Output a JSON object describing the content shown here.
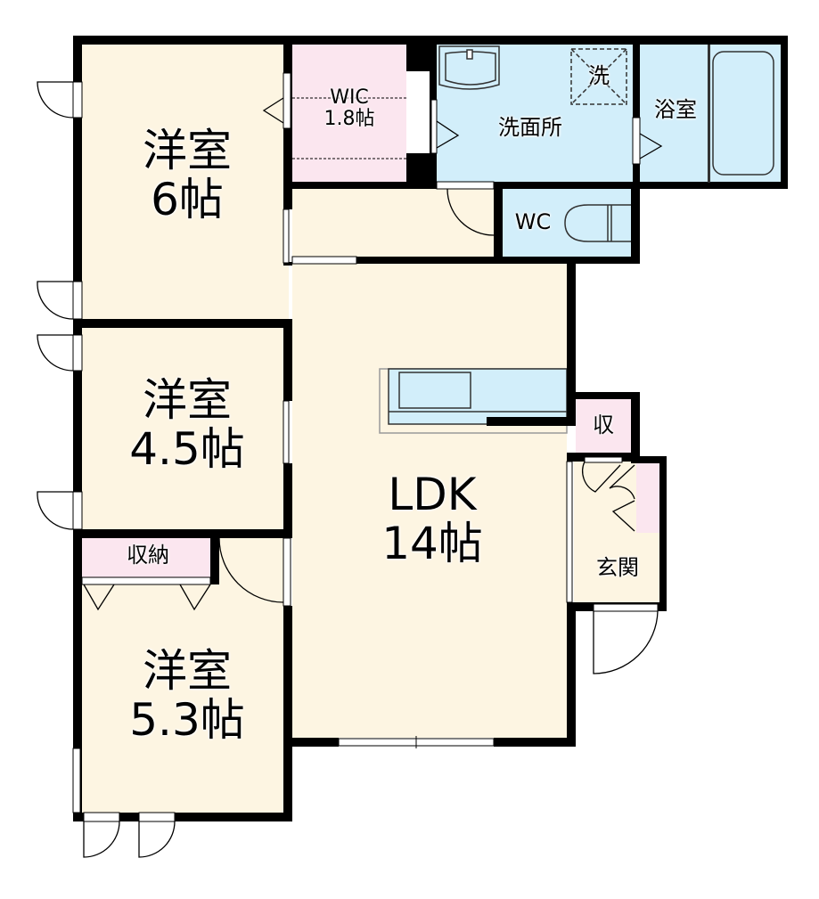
{
  "floorplan": {
    "colors": {
      "wall": "#000000",
      "room_floor": "#fdf5e2",
      "wet_area": "#d2eefa",
      "storage": "#fbe6ef",
      "background": "#ffffff"
    },
    "rooms": [
      {
        "id": "western-room-6",
        "name": "洋室",
        "size": "6帖"
      },
      {
        "id": "wic",
        "name": "WIC",
        "size": "1.8帖"
      },
      {
        "id": "washroom",
        "name": "洗面所"
      },
      {
        "id": "washer",
        "name": "洗"
      },
      {
        "id": "bathroom",
        "name": "浴室"
      },
      {
        "id": "wc",
        "name": "WC"
      },
      {
        "id": "western-room-4-5",
        "name": "洋室",
        "size": "4.5帖"
      },
      {
        "id": "storage-closet",
        "name": "収納"
      },
      {
        "id": "western-room-5-3",
        "name": "洋室",
        "size": "5.3帖"
      },
      {
        "id": "ldk",
        "name": "LDK",
        "size": "14帖"
      },
      {
        "id": "small-storage",
        "name": "収"
      },
      {
        "id": "entrance",
        "name": "玄関"
      }
    ]
  }
}
